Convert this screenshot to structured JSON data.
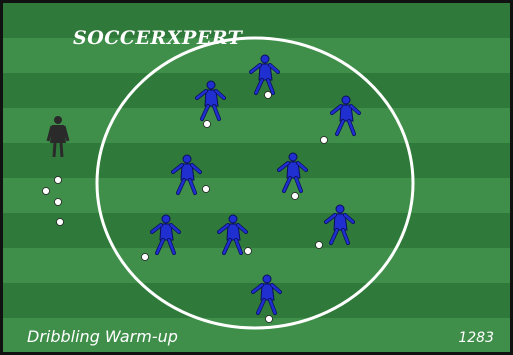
{
  "header": {
    "brand": "SOCCERXPERT"
  },
  "footer": {
    "caption": "Dribbling Warm-up",
    "code": "1283"
  },
  "colors": {
    "stripe_dark": "#2f7a3a",
    "stripe_light": "#3f8f4a",
    "line": "#ffffff",
    "player": "#1f2fd0",
    "player_outline": "#0b0f5a",
    "coach": "#2a2a2a"
  },
  "icons": {
    "player": "player-icon",
    "coach": "coach-icon",
    "ball": "soccer-ball-icon"
  }
}
